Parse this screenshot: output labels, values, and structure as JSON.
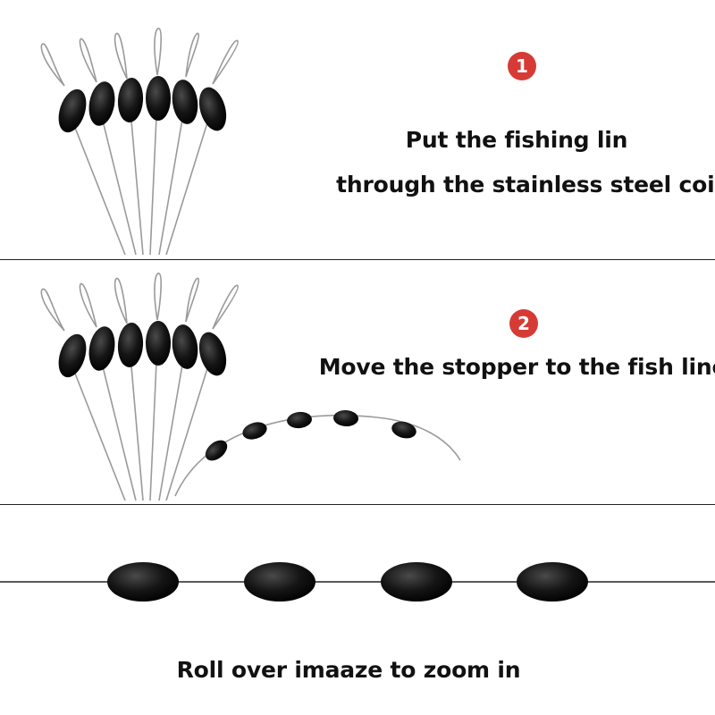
{
  "steps": [
    {
      "number": "1",
      "lines": [
        "Put the fishing lin",
        "through the stainless steel coil"
      ]
    },
    {
      "number": "2",
      "lines": [
        "Move the stopper to the fish line"
      ]
    }
  ],
  "footer": {
    "caption": "Roll over imaaze to zoom in"
  },
  "colors": {
    "badge": "#d63a35",
    "stopper": "#111111",
    "wire": "#9a9a9a",
    "divider": "#222222"
  }
}
